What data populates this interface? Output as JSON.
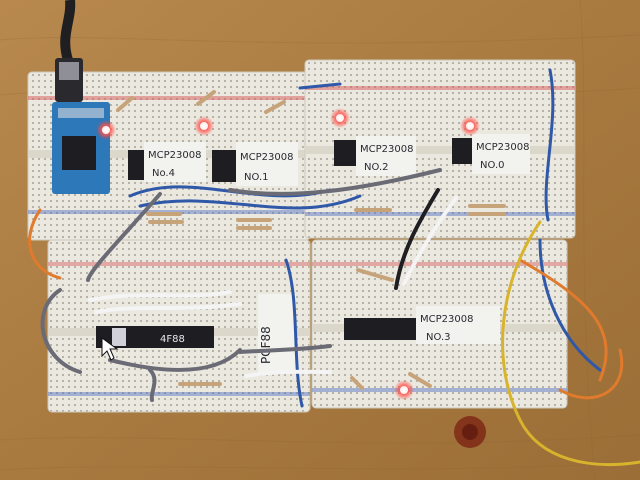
{
  "photo": {
    "description_free": true
  },
  "labels": {
    "top_left": [
      "MCP23008",
      "No.4"
    ],
    "top_mid": [
      "MCP23008",
      "NO.1"
    ],
    "top_right_a": [
      "MCP23008",
      "NO.2"
    ],
    "top_right_b": [
      "MCP23008",
      "NO.0"
    ],
    "bottom_right": [
      "MCP23008",
      "NO.3"
    ],
    "chip_left": "4F88",
    "side_label": "PCF88"
  },
  "colors": {
    "wood": "#a8783f",
    "breadboard": "#e9e6df",
    "led_red": "#ff3b30",
    "wire_blue": "#2f58a8",
    "wire_orange": "#e07a2c",
    "wire_yellow": "#d8b42d",
    "wire_white": "#f4f4f4",
    "wire_gray": "#6b6b75"
  }
}
